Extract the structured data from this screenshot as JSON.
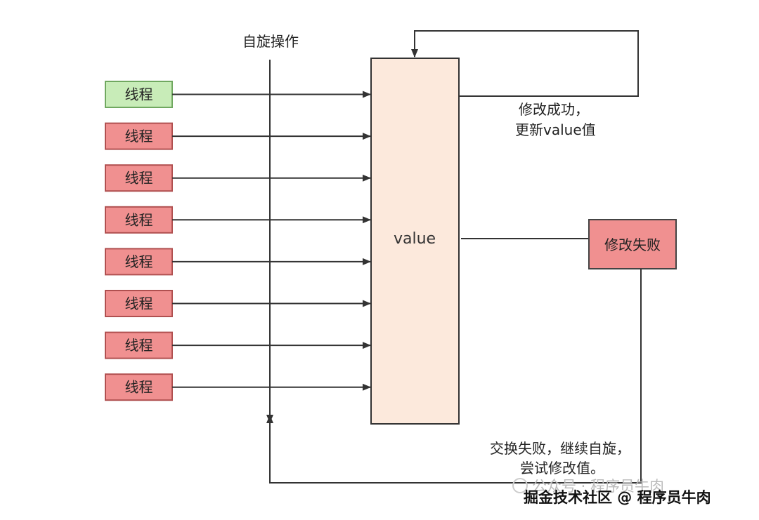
{
  "diagram": {
    "spin_label": "自旋操作",
    "value_label": "value",
    "threads": [
      {
        "label": "线程",
        "status": "success",
        "color": "#c8ecb8"
      },
      {
        "label": "线程",
        "status": "failed",
        "color": "#f09090"
      },
      {
        "label": "线程",
        "status": "failed",
        "color": "#f09090"
      },
      {
        "label": "线程",
        "status": "failed",
        "color": "#f09090"
      },
      {
        "label": "线程",
        "status": "failed",
        "color": "#f09090"
      },
      {
        "label": "线程",
        "status": "failed",
        "color": "#f09090"
      },
      {
        "label": "线程",
        "status": "failed",
        "color": "#f09090"
      },
      {
        "label": "线程",
        "status": "failed",
        "color": "#f09090"
      }
    ],
    "success_label": {
      "line1": "修改成功，",
      "line2": "更新value值"
    },
    "fail_box": {
      "label": "修改失败",
      "color": "#f09090"
    },
    "retry_label": {
      "line1": "交换失败，继续自旋，",
      "line2": "尝试修改值。"
    },
    "value_box_color": "#fce9dc",
    "success_thread_border": "#70a860",
    "failed_thread_border": "#b05050"
  },
  "watermark": {
    "faded": "公众号 · 程序员牛肉",
    "credit": "掘金技术社区 @ 程序员牛肉"
  }
}
